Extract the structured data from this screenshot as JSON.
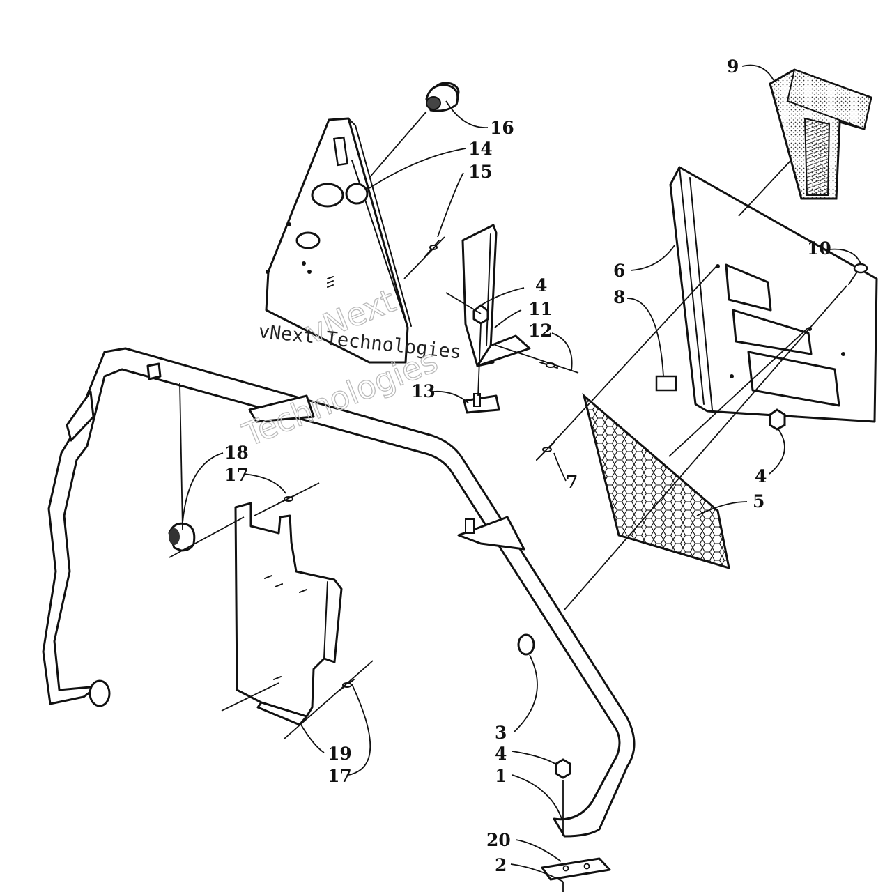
{
  "watermark": {
    "line1": "vNext",
    "line2": "vNext Technologies",
    "line3": "Technologies"
  },
  "callouts": [
    {
      "id": "c16",
      "text": "16"
    },
    {
      "id": "c14",
      "text": "14"
    },
    {
      "id": "c15",
      "text": "15"
    },
    {
      "id": "c9",
      "text": "9"
    },
    {
      "id": "c10",
      "text": "10"
    },
    {
      "id": "c6",
      "text": "6"
    },
    {
      "id": "c8",
      "text": "8"
    },
    {
      "id": "c4a",
      "text": "4"
    },
    {
      "id": "c11",
      "text": "11"
    },
    {
      "id": "c12",
      "text": "12"
    },
    {
      "id": "c13",
      "text": "13"
    },
    {
      "id": "c7",
      "text": "7"
    },
    {
      "id": "c4b",
      "text": "4"
    },
    {
      "id": "c5",
      "text": "5"
    },
    {
      "id": "c18",
      "text": "18"
    },
    {
      "id": "c17a",
      "text": "17"
    },
    {
      "id": "c19",
      "text": "19"
    },
    {
      "id": "c17b",
      "text": "17"
    },
    {
      "id": "c3",
      "text": "3"
    },
    {
      "id": "c4c",
      "text": "4"
    },
    {
      "id": "c1",
      "text": "1"
    },
    {
      "id": "c20",
      "text": "20"
    },
    {
      "id": "c2",
      "text": "2"
    }
  ]
}
